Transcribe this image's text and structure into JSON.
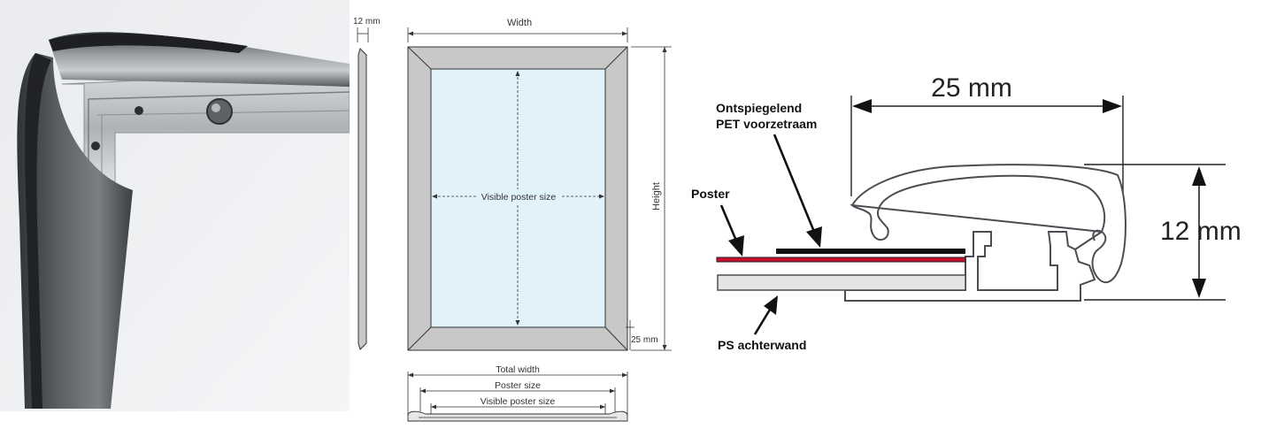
{
  "photo": {
    "alt_icon": "snap-frame-corner-photo"
  },
  "front_view": {
    "side_thickness": "12 mm",
    "width": "Width",
    "height": "Height",
    "visible_size": "Visible poster size",
    "border": "25 mm",
    "total_width": "Total width",
    "poster_size": "Poster size",
    "visible_size_bottom": "Visible poster size"
  },
  "profile": {
    "width_dim": "25 mm",
    "height_dim": "12 mm",
    "label_pet_line1": "Ontspiegelend",
    "label_pet_line2": "PET voorzetraam",
    "label_poster": "Poster",
    "label_ps": "PS achterwand"
  },
  "colors": {
    "frame_gray": "#c8c8c8",
    "glass_blue": "#e2f2fb",
    "poster_red": "#c8102e",
    "profile_dark": "#4a4d52"
  }
}
